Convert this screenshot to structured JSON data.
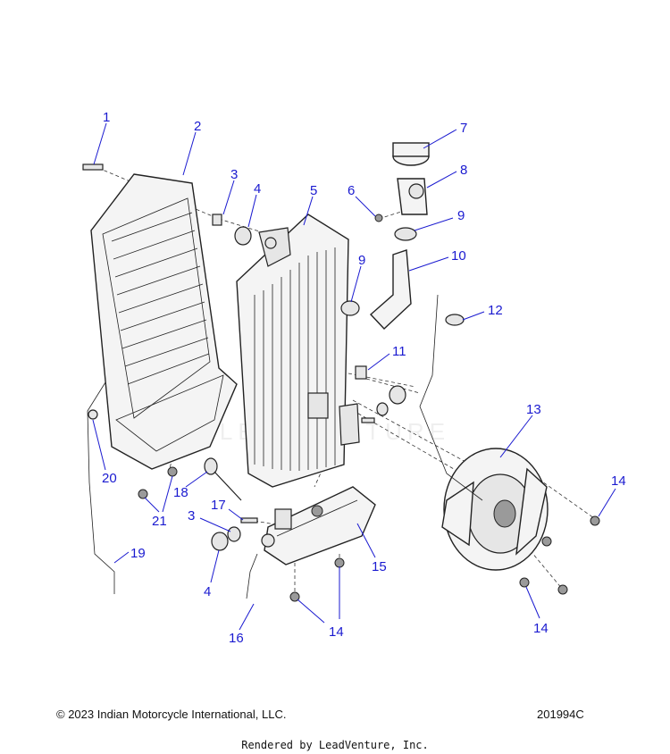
{
  "callouts": [
    "1",
    "2",
    "3",
    "4",
    "5",
    "6",
    "7",
    "8",
    "9",
    "9",
    "10",
    "11",
    "12",
    "13",
    "14",
    "14",
    "14",
    "15",
    "16",
    "17",
    "18",
    "19",
    "20",
    "21",
    "3",
    "4"
  ],
  "watermark": "LEADVENTURE",
  "footer": {
    "copyright": "© 2023 Indian Motorcycle International, LLC.",
    "drawing_number": "201994C",
    "rendered_by": "Rendered by LeadVenture, Inc."
  }
}
